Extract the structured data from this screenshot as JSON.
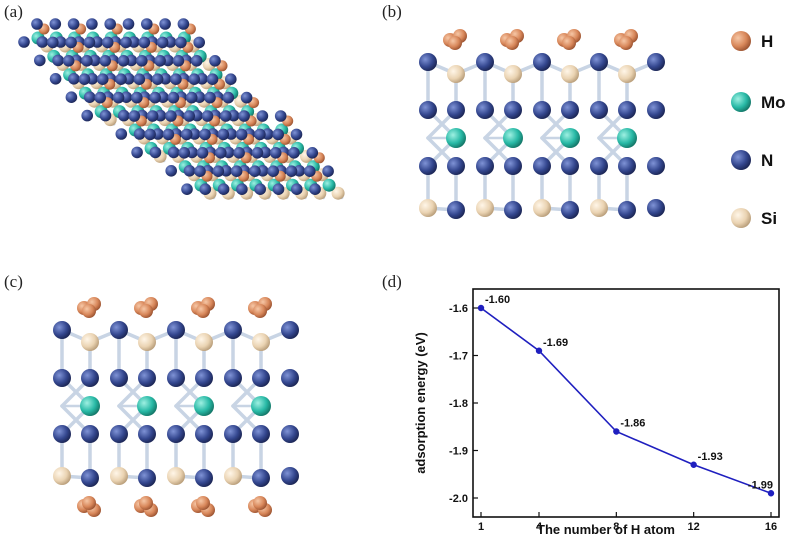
{
  "panels": {
    "a": "(a)",
    "b": "(b)",
    "c": "(c)",
    "d": "(d)"
  },
  "legend": [
    {
      "label": "H",
      "color": "#d8875a"
    },
    {
      "label": "Mo",
      "color": "#28b9a6"
    },
    {
      "label": "N",
      "color": "#34478f"
    },
    {
      "label": "Si",
      "color": "#ead3b2"
    }
  ],
  "bond_color": "#c8d4e4",
  "chart_data": {
    "type": "line",
    "xlabel": "The number of H atom",
    "ylabel": "adsorption energy (eV)",
    "x": [
      1,
      4,
      8,
      12,
      16
    ],
    "y": [
      -1.6,
      -1.69,
      -1.86,
      -1.93,
      -1.99
    ],
    "data_labels": [
      "-1.60",
      "-1.69",
      "-1.86",
      "-1.93",
      "-1.99"
    ],
    "xticks": [
      "1",
      "4",
      "8",
      "12",
      "16"
    ],
    "yticks": [
      "-1.6",
      "-1.7",
      "-1.8",
      "-1.9",
      "-2.0"
    ],
    "ytick_values": [
      -1.6,
      -1.7,
      -1.8,
      -1.9,
      -2.0
    ],
    "xlim": [
      1,
      16
    ],
    "ylim": [
      -2.04,
      -1.56
    ],
    "line_color": "#1f1fbf",
    "grid": false
  }
}
